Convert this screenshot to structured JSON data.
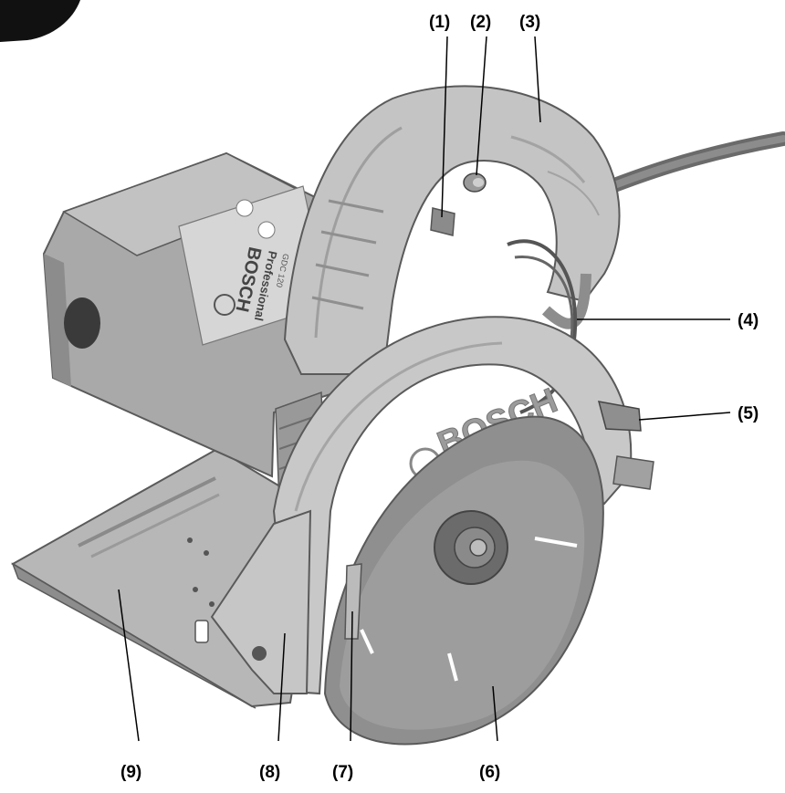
{
  "callouts": [
    {
      "id": "1",
      "label": "(1)"
    },
    {
      "id": "2",
      "label": "(2)"
    },
    {
      "id": "3",
      "label": "(3)"
    },
    {
      "id": "4",
      "label": "(4)"
    },
    {
      "id": "5",
      "label": "(5)"
    },
    {
      "id": "6",
      "label": "(6)"
    },
    {
      "id": "7",
      "label": "(7)"
    },
    {
      "id": "8",
      "label": "(8)"
    },
    {
      "id": "9",
      "label": "(9)"
    }
  ],
  "product": {
    "brand": "BOSCH",
    "line": "Professional",
    "model": "GDC 120"
  },
  "colors": {
    "body_light": "#c9c9c9",
    "body_mid": "#a9a9a9",
    "body_dark": "#8a8a8a",
    "blade": "#8e8e8e",
    "plate": "#b5b5b5",
    "outline": "#5a5a5a",
    "text": "#000000"
  }
}
